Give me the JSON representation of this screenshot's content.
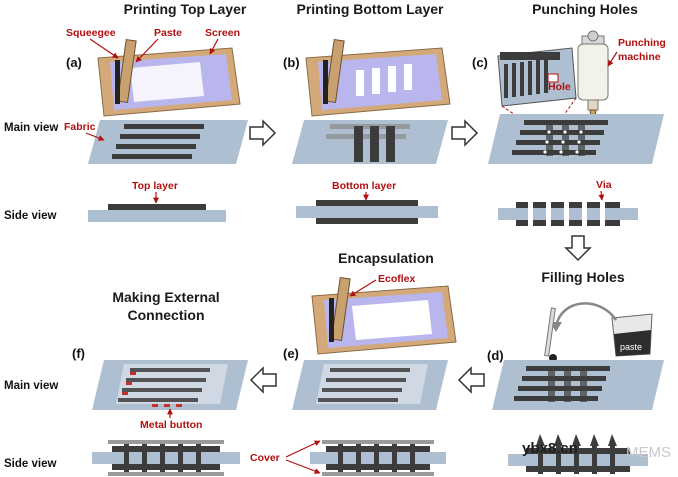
{
  "headings": {
    "printing_top": "Printing Top Layer",
    "printing_bottom": "Printing Bottom Layer",
    "punching": "Punching Holes",
    "filling": "Filling Holes",
    "encapsulation": "Encapsulation",
    "external_line1": "Making External",
    "external_line2": "Connection"
  },
  "panels": {
    "a": "(a)",
    "b": "(b)",
    "c": "(c)",
    "d": "(d)",
    "e": "(e)",
    "f": "(f)"
  },
  "views": {
    "main": "Main view",
    "side": "Side view"
  },
  "labels": {
    "squeegee": "Squeegee",
    "paste": "Paste",
    "screen": "Screen",
    "fabric": "Fabric",
    "top_layer": "Top layer",
    "bottom_layer": "Bottom layer",
    "hole": "Hole",
    "punching_machine_line1": "Punching",
    "punching_machine_line2": "machine",
    "via": "Via",
    "ecoflex": "Ecoflex",
    "metal_button": "Metal button",
    "cover": "Cover",
    "beaker": "paste"
  },
  "watermark": {
    "site": "ybx8.cn",
    "tail": "MEMS"
  },
  "colors": {
    "frame": "#e2b98a",
    "frame_dark": "#b98a58",
    "screen_mesh": "#b9b6ee",
    "fabric": "#aebfd2",
    "trace": "#3c3c3c",
    "label_red": "#b01010"
  }
}
